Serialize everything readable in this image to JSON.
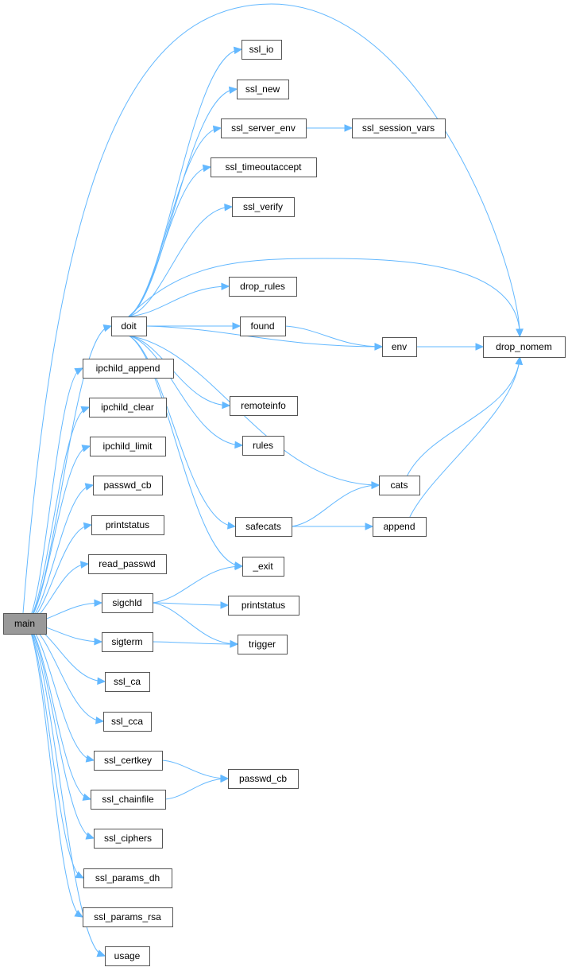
{
  "graph": {
    "colors": {
      "edge": "#63b8ff",
      "node_border": "#555555",
      "root_fill": "#999999",
      "node_fill": "#ffffff"
    },
    "nodes": [
      {
        "id": "main",
        "label": "main",
        "root": true
      },
      {
        "id": "doit",
        "label": "doit"
      },
      {
        "id": "ipchild_append",
        "label": "ipchild_append"
      },
      {
        "id": "ipchild_clear",
        "label": "ipchild_clear"
      },
      {
        "id": "ipchild_limit",
        "label": "ipchild_limit"
      },
      {
        "id": "passwd_cb_1",
        "label": "passwd_cb"
      },
      {
        "id": "printstatus_1",
        "label": "printstatus"
      },
      {
        "id": "read_passwd",
        "label": "read_passwd"
      },
      {
        "id": "sigchld",
        "label": "sigchld"
      },
      {
        "id": "sigterm",
        "label": "sigterm"
      },
      {
        "id": "ssl_ca",
        "label": "ssl_ca"
      },
      {
        "id": "ssl_cca",
        "label": "ssl_cca"
      },
      {
        "id": "ssl_certkey",
        "label": "ssl_certkey"
      },
      {
        "id": "ssl_chainfile",
        "label": "ssl_chainfile"
      },
      {
        "id": "ssl_ciphers",
        "label": "ssl_ciphers"
      },
      {
        "id": "ssl_params_dh",
        "label": "ssl_params_dh"
      },
      {
        "id": "ssl_params_rsa",
        "label": "ssl_params_rsa"
      },
      {
        "id": "usage",
        "label": "usage"
      },
      {
        "id": "ssl_io",
        "label": "ssl_io"
      },
      {
        "id": "ssl_new",
        "label": "ssl_new"
      },
      {
        "id": "ssl_server_env",
        "label": "ssl_server_env"
      },
      {
        "id": "ssl_timeoutaccept",
        "label": "ssl_timeoutaccept"
      },
      {
        "id": "ssl_verify",
        "label": "ssl_verify"
      },
      {
        "id": "drop_rules",
        "label": "drop_rules"
      },
      {
        "id": "found",
        "label": "found"
      },
      {
        "id": "remoteinfo",
        "label": "remoteinfo"
      },
      {
        "id": "rules",
        "label": "rules"
      },
      {
        "id": "safecats",
        "label": "safecats"
      },
      {
        "id": "_exit",
        "label": "_exit"
      },
      {
        "id": "printstatus_2",
        "label": "printstatus"
      },
      {
        "id": "trigger",
        "label": "trigger"
      },
      {
        "id": "passwd_cb_2",
        "label": "passwd_cb"
      },
      {
        "id": "ssl_session_vars",
        "label": "ssl_session_vars"
      },
      {
        "id": "env",
        "label": "env"
      },
      {
        "id": "cats",
        "label": "cats"
      },
      {
        "id": "append",
        "label": "append"
      },
      {
        "id": "drop_nomem",
        "label": "drop_nomem"
      }
    ],
    "edges": [
      [
        "main",
        "doit"
      ],
      [
        "main",
        "ipchild_append"
      ],
      [
        "main",
        "ipchild_clear"
      ],
      [
        "main",
        "ipchild_limit"
      ],
      [
        "main",
        "passwd_cb_1"
      ],
      [
        "main",
        "printstatus_1"
      ],
      [
        "main",
        "read_passwd"
      ],
      [
        "main",
        "sigchld"
      ],
      [
        "main",
        "sigterm"
      ],
      [
        "main",
        "ssl_ca"
      ],
      [
        "main",
        "ssl_cca"
      ],
      [
        "main",
        "ssl_certkey"
      ],
      [
        "main",
        "ssl_chainfile"
      ],
      [
        "main",
        "ssl_ciphers"
      ],
      [
        "main",
        "ssl_params_dh"
      ],
      [
        "main",
        "ssl_params_rsa"
      ],
      [
        "main",
        "usage"
      ],
      [
        "main",
        "drop_nomem"
      ],
      [
        "doit",
        "ssl_io"
      ],
      [
        "doit",
        "ssl_new"
      ],
      [
        "doit",
        "ssl_server_env"
      ],
      [
        "doit",
        "ssl_timeoutaccept"
      ],
      [
        "doit",
        "ssl_verify"
      ],
      [
        "doit",
        "drop_nomem"
      ],
      [
        "doit",
        "drop_rules"
      ],
      [
        "doit",
        "found"
      ],
      [
        "doit",
        "env"
      ],
      [
        "doit",
        "remoteinfo"
      ],
      [
        "doit",
        "rules"
      ],
      [
        "doit",
        "cats"
      ],
      [
        "doit",
        "safecats"
      ],
      [
        "doit",
        "_exit"
      ],
      [
        "ssl_server_env",
        "ssl_session_vars"
      ],
      [
        "found",
        "env"
      ],
      [
        "env",
        "drop_nomem"
      ],
      [
        "cats",
        "drop_nomem"
      ],
      [
        "safecats",
        "cats"
      ],
      [
        "safecats",
        "append"
      ],
      [
        "append",
        "drop_nomem"
      ],
      [
        "sigchld",
        "_exit"
      ],
      [
        "sigchld",
        "printstatus_2"
      ],
      [
        "sigchld",
        "trigger"
      ],
      [
        "sigterm",
        "trigger"
      ],
      [
        "ssl_certkey",
        "passwd_cb_2"
      ],
      [
        "ssl_chainfile",
        "passwd_cb_2"
      ]
    ]
  }
}
